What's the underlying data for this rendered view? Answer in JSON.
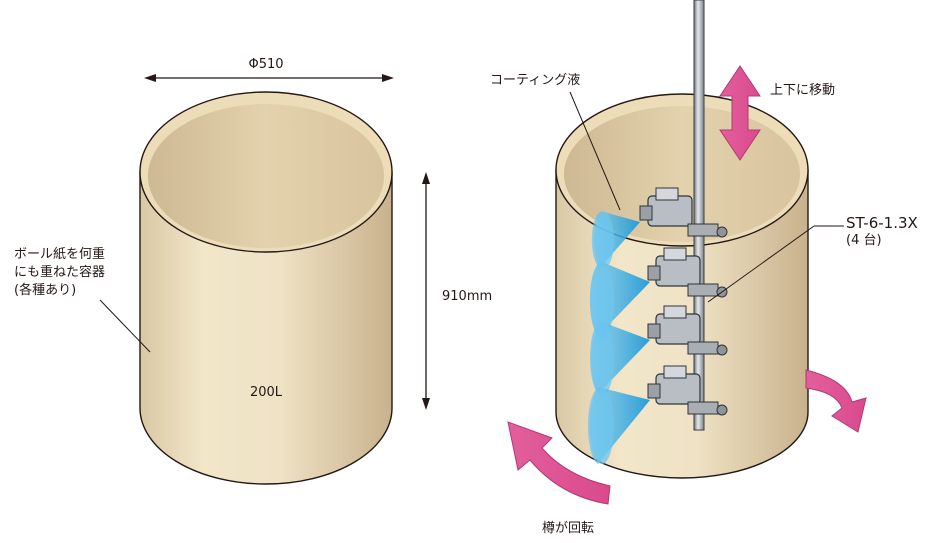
{
  "left_drum": {
    "diameter": "Φ510",
    "height": "910mm",
    "volume": "200L",
    "container_note": [
      "ボール紙を何重",
      "にも重ねた容器",
      "(各種あり)"
    ]
  },
  "right_drum": {
    "coating_liquid": "コーティング液",
    "up_down": "上下に移動",
    "nozzle_model": "ST-6-1.3X",
    "nozzle_count": "(4 台)",
    "rotation": "樽が回転"
  },
  "colors": {
    "drum_body": "#efe2c5",
    "drum_inner": "#e6d5ae",
    "arrow_pink": "#e05a9a",
    "spray_blue": "#2aa7e0",
    "pipe_gray": "#9aa0a6"
  }
}
